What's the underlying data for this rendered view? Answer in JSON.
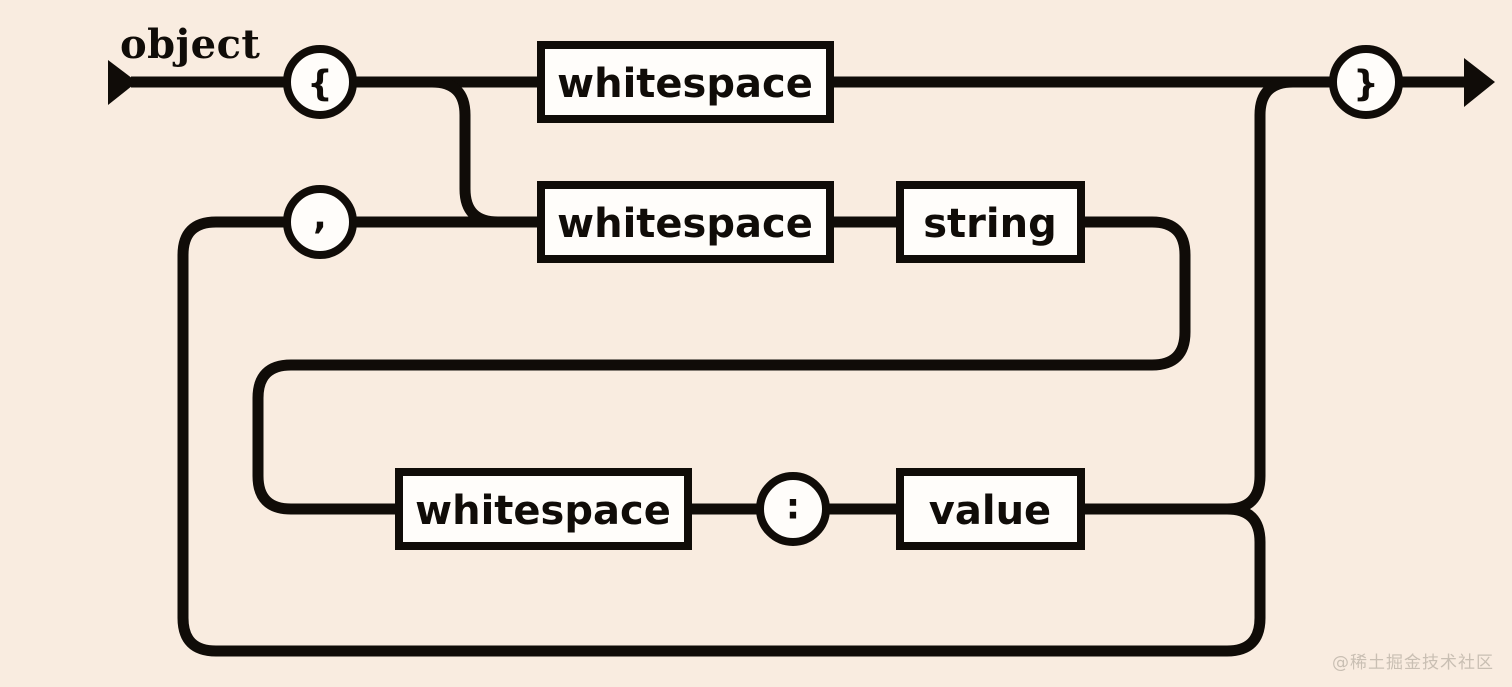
{
  "diagram": {
    "title": "object",
    "type": "railroad-syntax-diagram",
    "background_color": "#f9ece0",
    "line_color": "#100c08",
    "node_fill_color": "#fffdfa",
    "entry_arrow": "arrow-right",
    "exit_arrow": "arrow-right",
    "nodes": {
      "open_brace": "{",
      "close_brace": "}",
      "comma": ",",
      "colon": ":",
      "whitespace_top": "whitespace",
      "whitespace_middle": "whitespace",
      "whitespace_bottom": "whitespace",
      "string": "string",
      "value": "value"
    },
    "sequence": [
      "{",
      "whitespace",
      "}"
    ],
    "alternate_sequence": [
      "{",
      "whitespace",
      "string",
      "whitespace",
      ":",
      "value",
      ",",
      "}"
    ]
  },
  "watermark": {
    "text": "@稀土掘金技术社区"
  }
}
